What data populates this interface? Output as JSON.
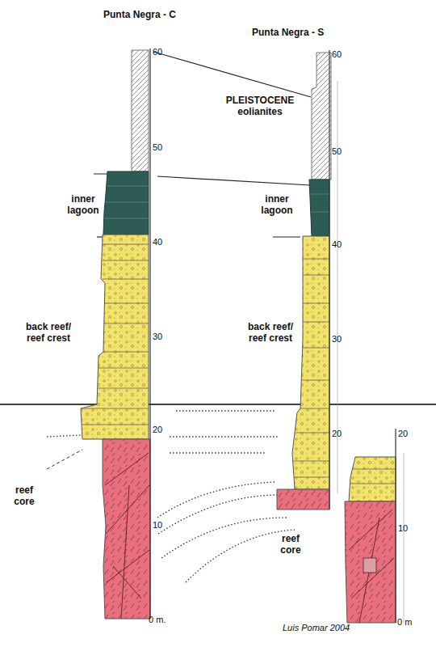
{
  "diagram": {
    "labels": [
      "Punta Negra - C",
      "Punta Negra - S",
      "60",
      "50",
      "40",
      "30",
      "20",
      "10",
      "0 m.",
      "60",
      "50",
      "40",
      "30",
      "20",
      "20",
      "10",
      "0 m",
      "PLEISTOCENE eolianites",
      "inner lagoon",
      "inner lagoon",
      "back reef/ reef crest",
      "back reef/ reef crest",
      "reef core",
      "reef core",
      "Luis Pomar 2004"
    ]
  }
}
